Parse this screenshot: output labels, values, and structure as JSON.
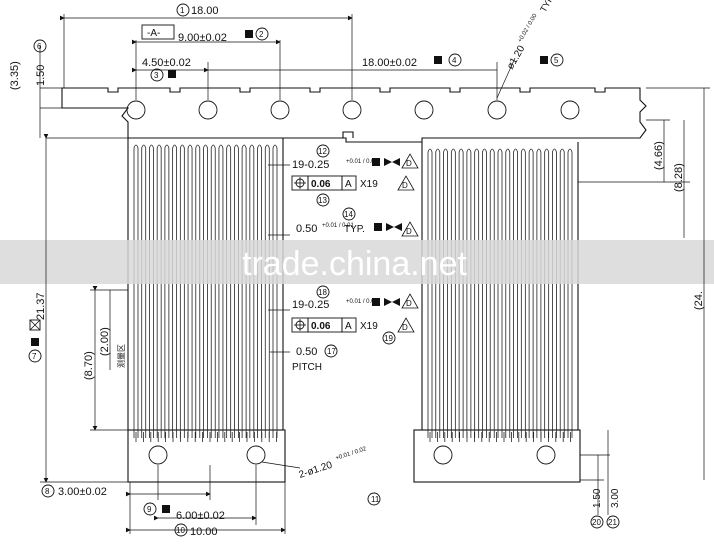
{
  "watermark": "trade.china.net",
  "datum_label": "-A-",
  "dims": {
    "top_width": {
      "num": "1",
      "text": "18.00"
    },
    "hole_span": {
      "text": "9.00±0.02",
      "num": "2"
    },
    "first_hole": {
      "text": "4.50±0.02",
      "num": "3"
    },
    "right_span": {
      "text": "18.00±0.02",
      "num": "4"
    },
    "hole_dia": {
      "text": "ø1.20",
      "tol": "+0.02 / 0.00",
      "suffix": "TYP.",
      "num": "5"
    },
    "bar_height": {
      "text": "1.50",
      "num": "6"
    },
    "top_offset": {
      "text": "(3.35)"
    },
    "overall_height": {
      "text": "21.37",
      "num": "7"
    },
    "right_466": {
      "text": "(4.66)"
    },
    "right_828": {
      "text": "(8.28)"
    },
    "right_24": {
      "text": "(24."
    },
    "left_870": {
      "text": "(8.70)"
    },
    "left_200": {
      "text": "(2.00)"
    },
    "left_cjk": {
      "text": "测量区"
    },
    "bottom_pitch": {
      "text": "3.00±0.02",
      "num": "8"
    },
    "bottom_9": {
      "num": "9"
    },
    "bottom_span": {
      "text": "6.00±0.02"
    },
    "bottom_width": {
      "text": "10.00",
      "num": "10"
    },
    "bottom_hole": {
      "text": "2-ø1.20",
      "tol": "+0.01 / 0.02",
      "num": "11"
    },
    "right_150": {
      "text": "1.50",
      "num": "20"
    },
    "right_300": {
      "text": "3.00",
      "num": "21"
    }
  },
  "callouts": [
    {
      "num": "12",
      "spec": "19-0.25",
      "tol": "+0.01 / 0.02",
      "mark": "D"
    },
    {
      "num": "13",
      "tol_value": "0.06",
      "datum": "A",
      "mult": "X19",
      "mark": "D"
    },
    {
      "num": "14",
      "spec": "0.50",
      "tol": "+0.01 / 0.01",
      "suffix": "TYP.",
      "mark": "D"
    },
    {
      "num": "18",
      "spec": "19-0.25",
      "tol": "+0.01 / 0.02",
      "mark": "D"
    },
    {
      "num": "19",
      "tol_value": "0.06",
      "datum": "A",
      "mult": "X19",
      "mark": "D"
    },
    {
      "num": "17",
      "spec": "0.50",
      "note": "PITCH"
    }
  ]
}
